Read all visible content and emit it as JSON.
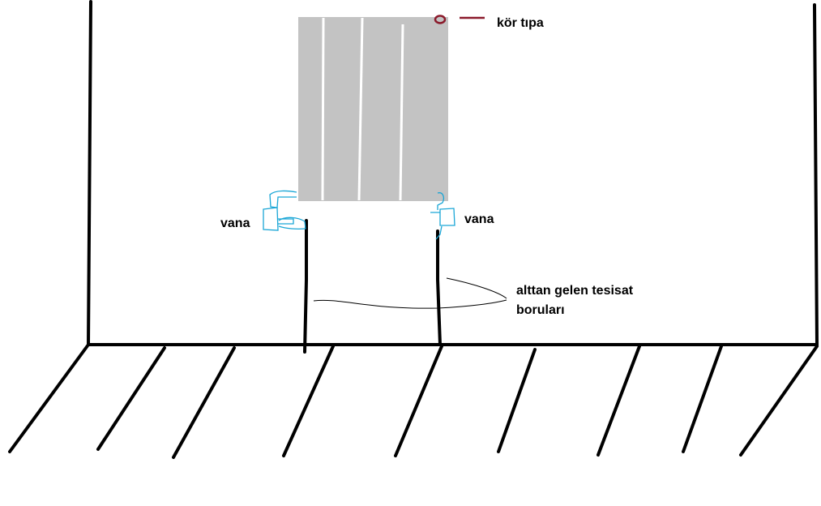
{
  "labels": {
    "blind_plug": "kör tıpa",
    "valve_left": "vana",
    "valve_right": "vana",
    "pipes_line1": "alttan gelen tesisat",
    "pipes_line2": "boruları"
  },
  "colors": {
    "stroke": "#000000",
    "radiator": "#c3c3c3",
    "radiator_gap": "#ffffff",
    "valve": "#1aa6d6",
    "plug": "#8b1a2b",
    "background": "#ffffff"
  }
}
